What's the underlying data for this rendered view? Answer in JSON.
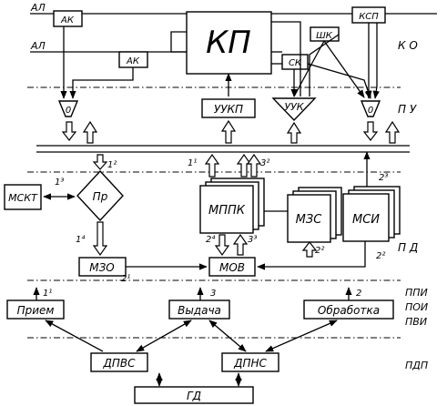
{
  "blocks": {
    "kp": "КП",
    "ak1": "АК",
    "ak2": "АК",
    "ksp": "КСП",
    "shk": "ШК",
    "sk": "СК",
    "uukp": "УУКП",
    "uuk": "УУК",
    "pr": "Пр",
    "mskt": "МСКТ",
    "mppk": "МППК",
    "mzs": "МЗС",
    "msi": "МСИ",
    "mzo": "МЗО",
    "mov": "МОВ",
    "priem": "Прием",
    "vydacha": "Выдача",
    "obrabotka": "Обработка",
    "dpvs": "ДПВС",
    "dpns": "ДПНС",
    "gd": "ГД",
    "zero1": "0",
    "zero2": "0"
  },
  "line_labels": {
    "al1": "АЛ",
    "al2": "АЛ"
  },
  "level_labels": {
    "ko": "К О",
    "pu": "П У",
    "pd": "П Д",
    "ppi": "ППИ",
    "poi": "ПОИ",
    "pvi": "ПВИ",
    "pdp": "ПДП"
  },
  "markers": {
    "m1_2": "1²",
    "m1_1a": "1¹",
    "m3_2": "3²",
    "m1_3": "1³",
    "m2_3": "2³",
    "m1_4": "1⁴",
    "m2_4": "2⁴",
    "m3_3": "3³",
    "m2_2a": "2²",
    "m2_2b": "2²",
    "m2_1": "2¹",
    "m1_1b": "1¹",
    "m3": "3",
    "m2": "2"
  }
}
